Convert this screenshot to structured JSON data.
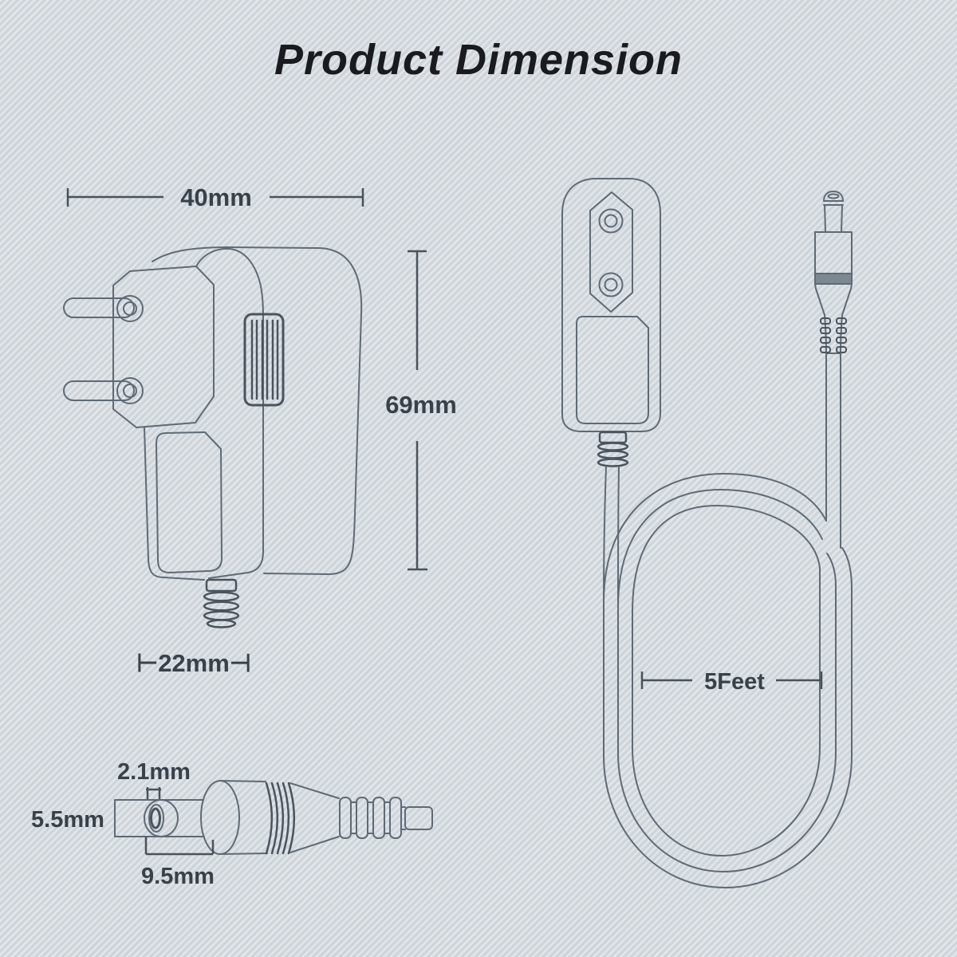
{
  "title": "Product Dimension",
  "colors": {
    "background": "#d5dbe0",
    "line": "#5f6a74",
    "line_dark": "#4a545d",
    "label_text": "#394149",
    "title_text": "#191b1f"
  },
  "labels": {
    "adapter_width": "40mm",
    "adapter_height": "69mm",
    "adapter_depth": "⊢22mm⊣",
    "cable_length": "5Feet",
    "plug_inner_diameter": "2.1mm",
    "plug_outer_diameter": "5.5mm",
    "plug_barrel_length": "9.5mm"
  }
}
